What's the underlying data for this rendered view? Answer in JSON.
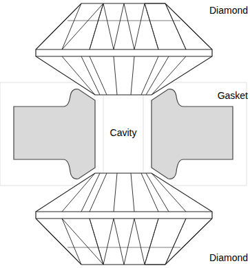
{
  "diagram": {
    "labels": [
      "Diamond",
      "Gasket",
      "Cavity",
      "Diamond"
    ]
  }
}
